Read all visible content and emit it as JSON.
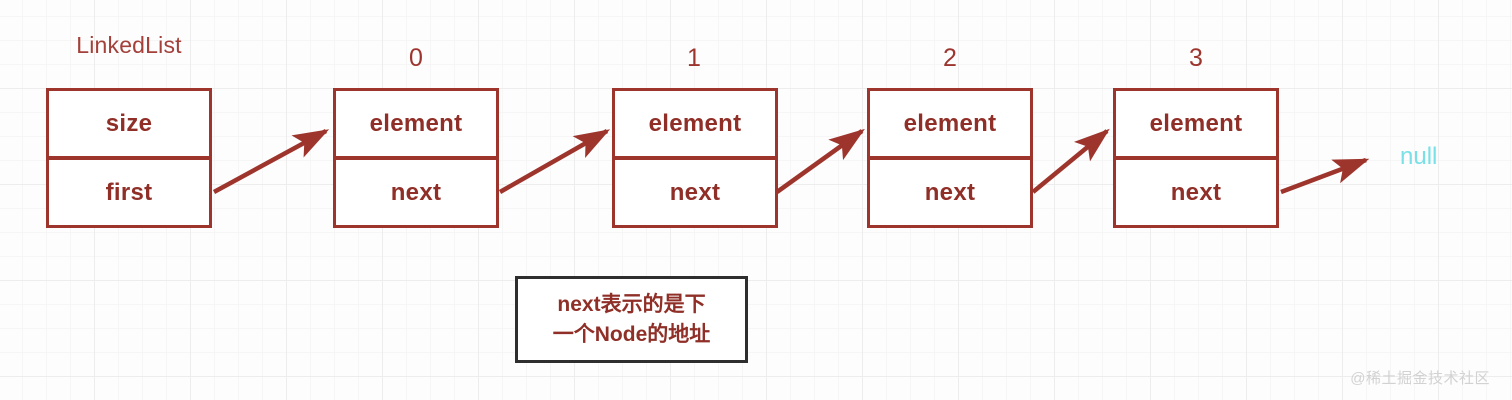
{
  "diagram": {
    "title": "LinkedList",
    "list_box": {
      "fields": [
        "size",
        "first"
      ]
    },
    "nodes": [
      {
        "index": "0",
        "fields": [
          "element",
          "next"
        ]
      },
      {
        "index": "1",
        "fields": [
          "element",
          "next"
        ]
      },
      {
        "index": "2",
        "fields": [
          "element",
          "next"
        ]
      },
      {
        "index": "3",
        "fields": [
          "element",
          "next"
        ]
      }
    ],
    "terminator": "null",
    "annotation": {
      "line1": "next表示的是下",
      "line2": "一个Node的地址"
    },
    "watermark": "@稀土掘金技术社区",
    "colors": {
      "stroke": "#9e352d",
      "text": "#8f2f27",
      "title": "#a4403a",
      "null": "#79e0e8",
      "annotation_border": "#2e2e2e",
      "watermark": "#d2d2d2",
      "grid_minor": "#f6f6f6",
      "grid_major": "#ededed",
      "background": "#fdfdfd"
    }
  }
}
